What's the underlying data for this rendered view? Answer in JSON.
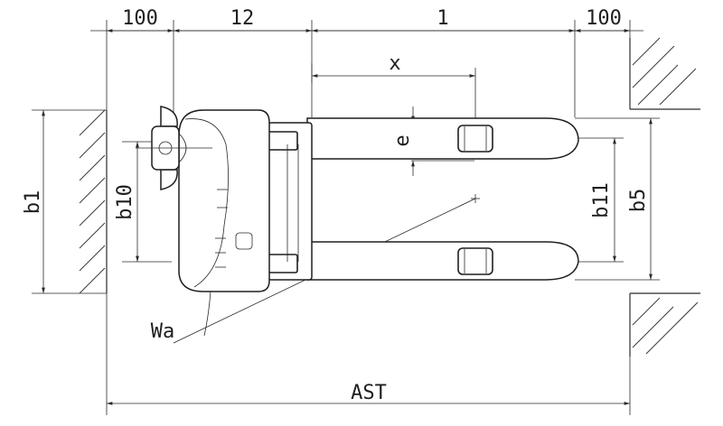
{
  "diagram": {
    "labels": {
      "dim_left_clearance": "100",
      "dim_body_length": "12",
      "dim_fork_length": "1",
      "dim_right_clearance": "100",
      "dim_x": "x",
      "dim_e": "e",
      "dim_b1": "b1",
      "dim_b10": "b10",
      "dim_b11": "b11",
      "dim_b5": "b5",
      "dim_wa": "Wa",
      "dim_ast": "AST"
    }
  }
}
